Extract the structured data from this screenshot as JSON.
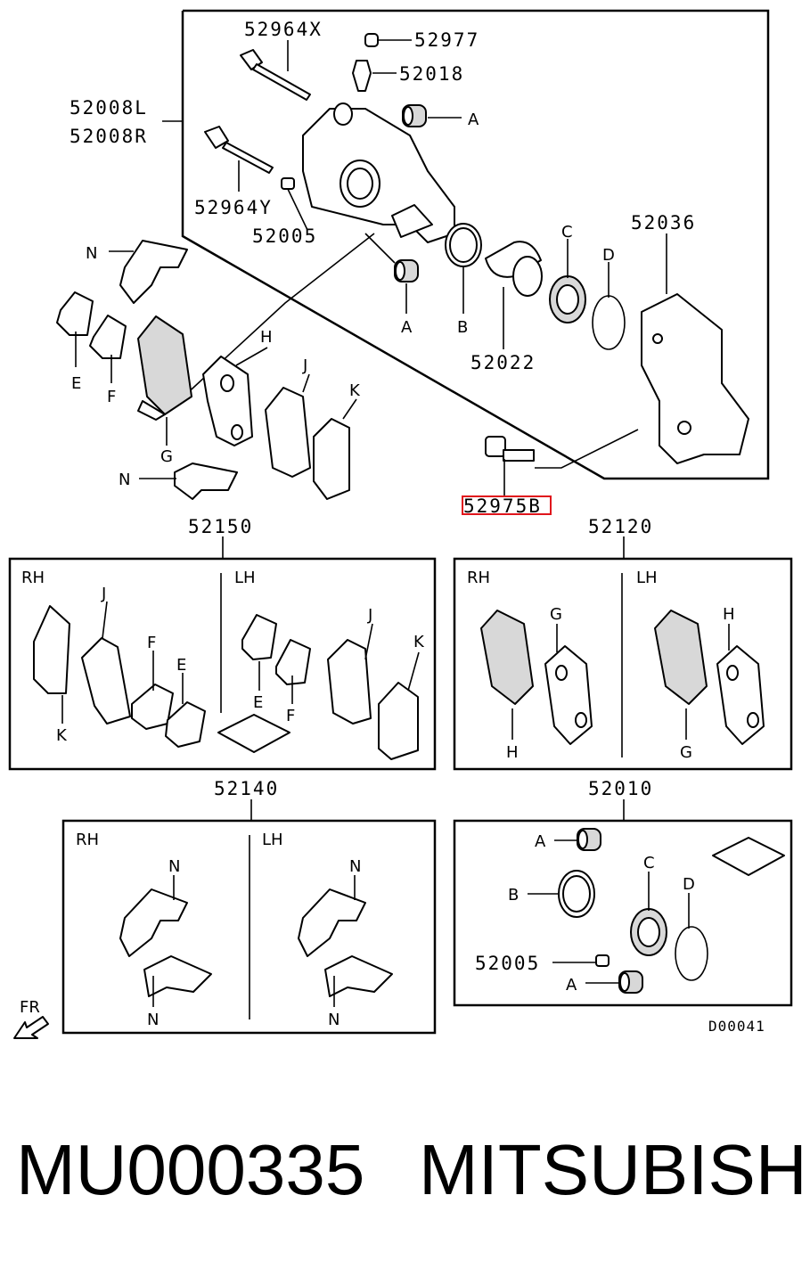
{
  "diagram": {
    "part_numbers": {
      "p52964X": "52964X",
      "p52977": "52977",
      "p52018": "52018",
      "p52008L": "52008L",
      "p52008R": "52008R",
      "p52964Y": "52964Y",
      "p52005": "52005",
      "p52036": "52036",
      "p52022": "52022",
      "p52975B": "52975B",
      "p52150": "52150",
      "p52120": "52120",
      "p52140": "52140",
      "p52010": "52010"
    },
    "letters": {
      "A": "A",
      "B": "B",
      "C": "C",
      "D": "D",
      "E": "E",
      "F": "F",
      "G": "G",
      "H": "H",
      "J": "J",
      "K": "K",
      "N": "N"
    },
    "sides": {
      "rh": "RH",
      "lh": "LH"
    },
    "fr": "FR",
    "drawing_code": "D00041",
    "highlight_color": "#e0151c"
  },
  "footer": {
    "part_number": "MU000335",
    "brand": "MITSUBISHI"
  }
}
